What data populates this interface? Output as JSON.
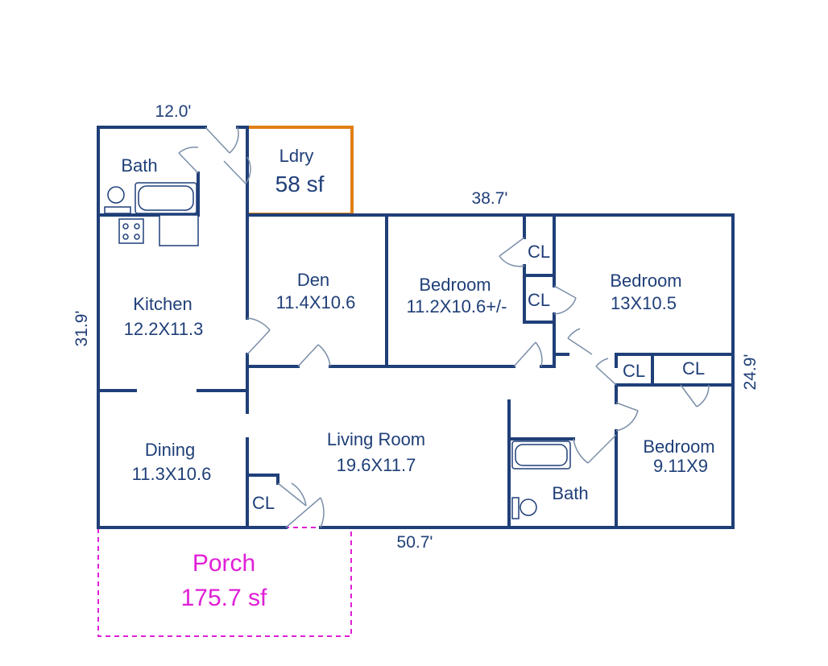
{
  "colors": {
    "wall": "#1f3f78",
    "laundry_outline": "#e07f13",
    "porch": "#e01fd6"
  },
  "dimensions": {
    "top_short": "12.0'",
    "top_long": "38.7'",
    "left": "31.9'",
    "right": "24.9'",
    "bottom": "50.7'"
  },
  "rooms": {
    "laundry": {
      "name": "Ldry",
      "area": "58 sf"
    },
    "bath_top": {
      "name": "Bath"
    },
    "kitchen": {
      "name": "Kitchen",
      "size": "12.2X11.3"
    },
    "den": {
      "name": "Den",
      "size": "11.4X10.6"
    },
    "bedroom_1": {
      "name": "Bedroom",
      "size": "11.2X10.6+/-"
    },
    "bedroom_2": {
      "name": "Bedroom",
      "size": "13X10.5"
    },
    "bedroom_3": {
      "name": "Bedroom",
      "size": "9.11X9"
    },
    "dining": {
      "name": "Dining",
      "size": "11.3X10.6"
    },
    "living": {
      "name": "Living Room",
      "size": "19.6X11.7"
    },
    "bath_bottom": {
      "name": "Bath"
    },
    "closets": [
      "CL",
      "CL",
      "CL",
      "CL",
      "CL"
    ],
    "porch": {
      "name": "Porch",
      "area": "175.7 sf"
    }
  }
}
